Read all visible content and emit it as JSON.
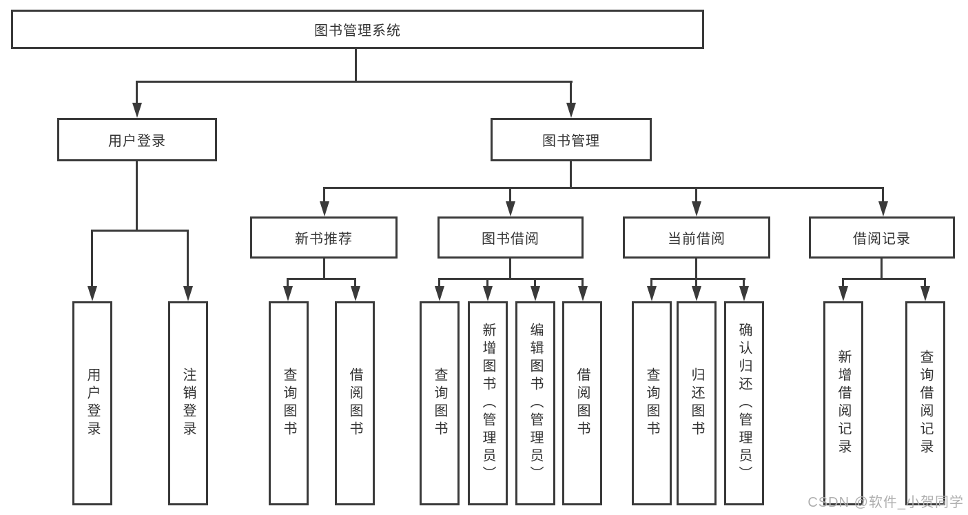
{
  "diagram": {
    "root_label": "图书管理系统",
    "level2": {
      "user_login": "用户登录",
      "book_mgmt": "图书管理"
    },
    "level3": {
      "new_books": "新书推荐",
      "book_borrow": "图书借阅",
      "current_borrow": "当前借阅",
      "borrow_records": "借阅记录"
    },
    "leaves": {
      "user_login": [
        "用户登录",
        "注销登录"
      ],
      "new_books": [
        "查询图书",
        "借阅图书"
      ],
      "book_borrow": [
        "查询图书",
        "新增图书（管理员）",
        "编辑图书（管理员）",
        "借阅图书"
      ],
      "current_borrow": [
        "查询图书",
        "归还图书",
        "确认归还（管理员）"
      ],
      "borrow_records": [
        "新增借阅记录",
        "查询借阅记录"
      ]
    }
  },
  "watermark": {
    "text": "CSDN @软件_小贺同学",
    "color": "#b0b0b0"
  },
  "colors": {
    "line": "#3a3a3a",
    "text": "#333333",
    "background": "#ffffff"
  }
}
